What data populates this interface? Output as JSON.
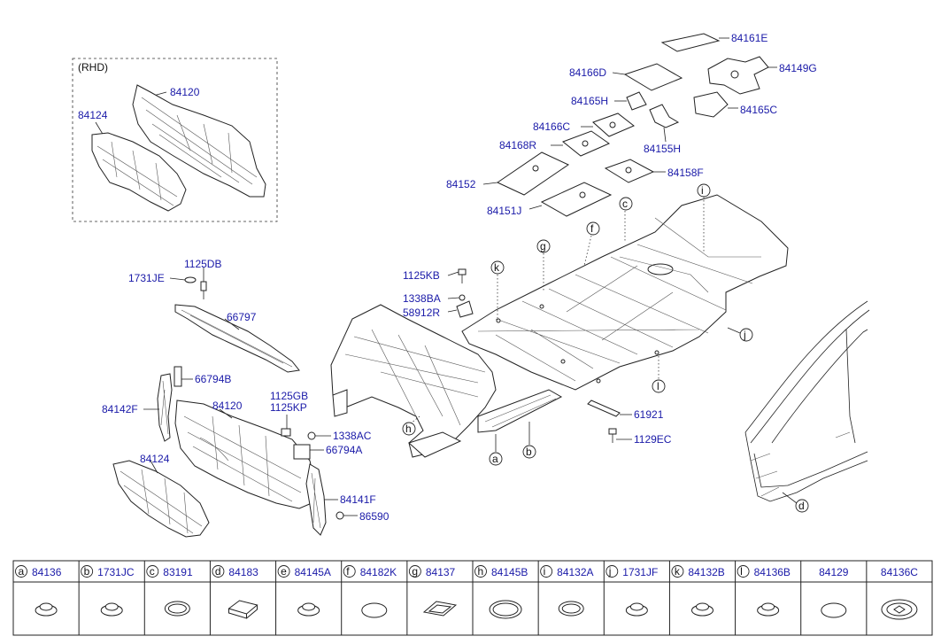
{
  "rhd_inset": {
    "title": "(RHD)",
    "labels": [
      "84120",
      "84124"
    ]
  },
  "callouts": {
    "c84161E": "84161E",
    "c84166D": "84166D",
    "c84149G": "84149G",
    "c84165H": "84165H",
    "c84165C": "84165C",
    "c84166C": "84166C",
    "c84155H": "84155H",
    "c84168R": "84168R",
    "c84158F": "84158F",
    "c84152": "84152",
    "c84151J": "84151J",
    "c1125DB": "1125DB",
    "c1731JE": "1731JE",
    "c66797": "66797",
    "c1125KB": "1125KB",
    "c1338BA": "1338BA",
    "c58912R": "58912R",
    "c66794B": "66794B",
    "c84142F": "84142F",
    "c84120": "84120",
    "c1125GB": "1125GB",
    "c1125KP": "1125KP",
    "c1338AC": "1338AC",
    "c66794A": "66794A",
    "c84124": "84124",
    "c84141F": "84141F",
    "c86590": "86590",
    "c61921": "61921",
    "c1129EC": "1129EC"
  },
  "ref_letters": {
    "a": "a",
    "b": "b",
    "c": "c",
    "d": "d",
    "f": "f",
    "g": "g",
    "h": "h",
    "i": "i",
    "j": "j",
    "k": "k",
    "l": "l"
  },
  "legend": [
    {
      "letter": "a",
      "part": "84136",
      "icon": "round-plug"
    },
    {
      "letter": "b",
      "part": "1731JC",
      "icon": "round-plug"
    },
    {
      "letter": "c",
      "part": "83191",
      "icon": "flat-ring"
    },
    {
      "letter": "d",
      "part": "84183",
      "icon": "rect-pad"
    },
    {
      "letter": "e",
      "part": "84145A",
      "icon": "round-plug"
    },
    {
      "letter": "f",
      "part": "84182K",
      "icon": "flat-disc"
    },
    {
      "letter": "g",
      "part": "84137",
      "icon": "rect-grommet"
    },
    {
      "letter": "h",
      "part": "84145B",
      "icon": "large-ring"
    },
    {
      "letter": "i",
      "part": "84132A",
      "icon": "flat-ring"
    },
    {
      "letter": "j",
      "part": "1731JF",
      "icon": "round-plug"
    },
    {
      "letter": "k",
      "part": "84132B",
      "icon": "round-plug"
    },
    {
      "letter": "l",
      "part": "84136B",
      "icon": "round-plug"
    },
    {
      "letter": "",
      "part": "84129",
      "icon": "flat-disc"
    },
    {
      "letter": "",
      "part": "84136C",
      "icon": "large-ring-grommet"
    }
  ]
}
